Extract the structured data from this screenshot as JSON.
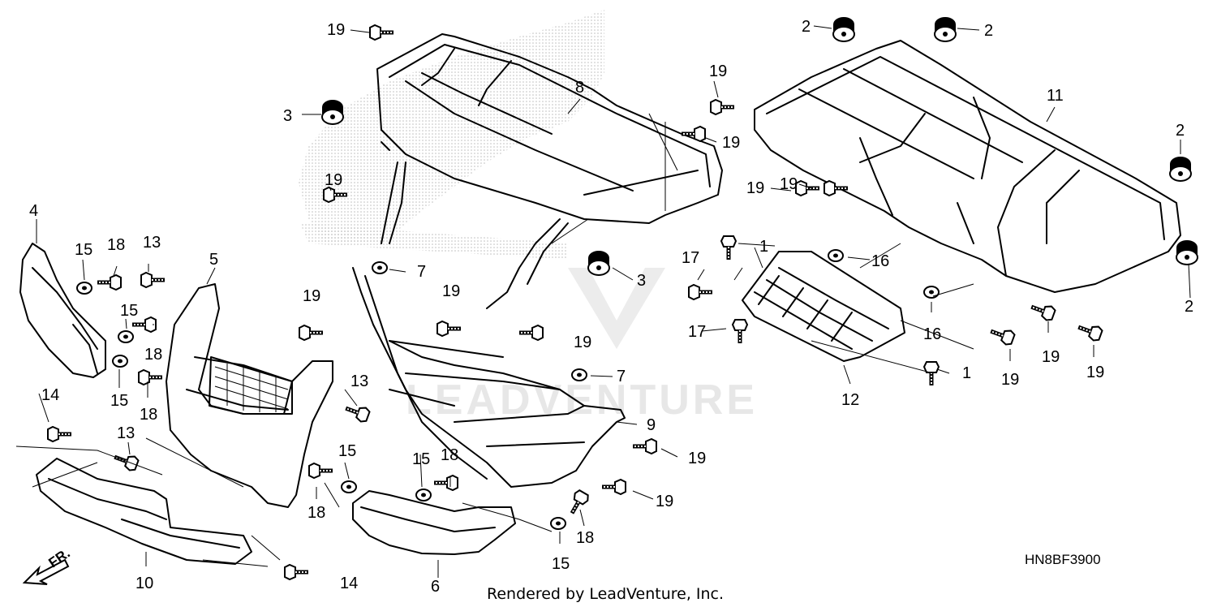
{
  "diagram_code": "HN8BF3900",
  "credit": "Rendered by LeadVenture, Inc.",
  "watermark_text": "LEADVENTURE",
  "front_arrow_label": "FR.",
  "callouts": [
    {
      "id": "c2a",
      "label": "2"
    },
    {
      "id": "c2b",
      "label": "2"
    },
    {
      "id": "c2c",
      "label": "2"
    },
    {
      "id": "c2d",
      "label": "2"
    },
    {
      "id": "c19a",
      "label": "19"
    },
    {
      "id": "c19b",
      "label": "19"
    },
    {
      "id": "c19c",
      "label": "19"
    },
    {
      "id": "c19d",
      "label": "19"
    },
    {
      "id": "c19e",
      "label": "19"
    },
    {
      "id": "c19f",
      "label": "19"
    },
    {
      "id": "c19g",
      "label": "19"
    },
    {
      "id": "c19h",
      "label": "19"
    },
    {
      "id": "c19i",
      "label": "19"
    },
    {
      "id": "c19j",
      "label": "19"
    },
    {
      "id": "c19k",
      "label": "19"
    },
    {
      "id": "c19l",
      "label": "19"
    },
    {
      "id": "c19m",
      "label": "19"
    },
    {
      "id": "c19n",
      "label": "19"
    },
    {
      "id": "c3a",
      "label": "3"
    },
    {
      "id": "c3b",
      "label": "3"
    },
    {
      "id": "c8",
      "label": "8"
    },
    {
      "id": "c11",
      "label": "11"
    },
    {
      "id": "c4",
      "label": "4"
    },
    {
      "id": "c5",
      "label": "5"
    },
    {
      "id": "c6",
      "label": "6"
    },
    {
      "id": "c7a",
      "label": "7"
    },
    {
      "id": "c7b",
      "label": "7"
    },
    {
      "id": "c9",
      "label": "9"
    },
    {
      "id": "c10",
      "label": "10"
    },
    {
      "id": "c12",
      "label": "12"
    },
    {
      "id": "c1a",
      "label": "1"
    },
    {
      "id": "c1b",
      "label": "1"
    },
    {
      "id": "c16a",
      "label": "16"
    },
    {
      "id": "c16b",
      "label": "16"
    },
    {
      "id": "c17a",
      "label": "17"
    },
    {
      "id": "c17b",
      "label": "17"
    },
    {
      "id": "c15a",
      "label": "15"
    },
    {
      "id": "c15b",
      "label": "15"
    },
    {
      "id": "c15c",
      "label": "15"
    },
    {
      "id": "c15d",
      "label": "15"
    },
    {
      "id": "c15e",
      "label": "15"
    },
    {
      "id": "c15f",
      "label": "15"
    },
    {
      "id": "c18a",
      "label": "18"
    },
    {
      "id": "c18b",
      "label": "18"
    },
    {
      "id": "c18c",
      "label": "18"
    },
    {
      "id": "c18d",
      "label": "18"
    },
    {
      "id": "c18e",
      "label": "18"
    },
    {
      "id": "c18f",
      "label": "18"
    },
    {
      "id": "c13a",
      "label": "13"
    },
    {
      "id": "c13b",
      "label": "13"
    },
    {
      "id": "c13c",
      "label": "13"
    },
    {
      "id": "c14a",
      "label": "14"
    },
    {
      "id": "c14b",
      "label": "14"
    }
  ]
}
